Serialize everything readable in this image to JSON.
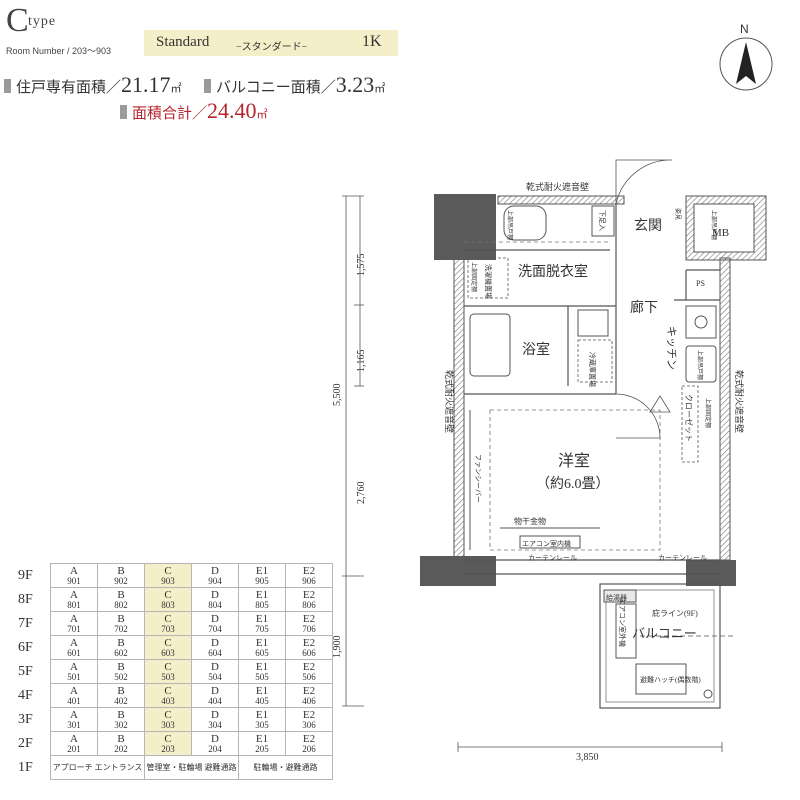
{
  "header": {
    "type_letter": "C",
    "type_word": "type",
    "room_number": "Room Number / 203〜903",
    "plan_name": "Standard",
    "plan_kana": "−スタンダード−",
    "layout": "1K"
  },
  "areas": {
    "private_label": "住戸専有面積／",
    "private_value": "21.17",
    "private_unit": "㎡",
    "balcony_label": "バルコニー面積／",
    "balcony_value": "3.23",
    "balcony_unit": "㎡",
    "total_label": "面積合計／",
    "total_value": "24.40",
    "total_unit": "㎡"
  },
  "colors": {
    "highlight": "#f5efc9",
    "accent_red": "#b4262d",
    "wall": "#555555"
  },
  "compass": {
    "label": "N",
    "icon": "north-arrow-icon"
  },
  "plan": {
    "top_wall": "乾式耐火遮音壁",
    "left_wall": "乾式耐火遮音壁",
    "right_wall": "乾式耐火遮音壁",
    "entrance": "玄関",
    "mb": "MB",
    "ps": "PS",
    "wash_room": "洗面脱衣室",
    "hallway": "廊下",
    "bath": "浴室",
    "kitchen": "キッチン",
    "western_room": "洋室",
    "western_size": "（約6.0畳）",
    "closet": "クローゼット",
    "fridge": "冷蔵庫置場",
    "washer": "洗濯機置場",
    "shoebox": "下足入",
    "fancy_bar": "ファンシーバー",
    "drying": "物干金物",
    "ac_indoor": "エアコン室内機",
    "curtain_rail_1": "カーテンレール",
    "curtain_rail_2": "カーテンレール",
    "water_heater": "給湯器",
    "ac_outdoor": "エアコン室外機",
    "eave_line": "庇ライン(9F)",
    "balcony": "バルコニー",
    "escape_hatch": "避難ハッチ(偶数階)",
    "upper_cabinet_1": "上部吊戸棚",
    "upper_cabinet_2": "上部吊戸棚",
    "upper_cabinet_3": "上部吊戸棚",
    "upper_shelf": "上部固定棚",
    "upper_shelf_2": "上部固定棚",
    "changing_mirror": "姿見",
    "dim_1": "1,575",
    "dim_2": "1,165",
    "dim_3": "2,760",
    "dim_total": "5,500",
    "dim_balcony": "1,900",
    "dim_width": "3,850"
  },
  "floor_table": {
    "rows": [
      {
        "floor": "9F",
        "units": [
          [
            "A",
            "901"
          ],
          [
            "B",
            "902"
          ],
          [
            "C",
            "903"
          ],
          [
            "D",
            "904"
          ],
          [
            "E1",
            "905"
          ],
          [
            "E2",
            "906"
          ]
        ]
      },
      {
        "floor": "8F",
        "units": [
          [
            "A",
            "801"
          ],
          [
            "B",
            "802"
          ],
          [
            "C",
            "803"
          ],
          [
            "D",
            "804"
          ],
          [
            "E1",
            "805"
          ],
          [
            "E2",
            "806"
          ]
        ]
      },
      {
        "floor": "7F",
        "units": [
          [
            "A",
            "701"
          ],
          [
            "B",
            "702"
          ],
          [
            "C",
            "703"
          ],
          [
            "D",
            "704"
          ],
          [
            "E1",
            "705"
          ],
          [
            "E2",
            "706"
          ]
        ]
      },
      {
        "floor": "6F",
        "units": [
          [
            "A",
            "601"
          ],
          [
            "B",
            "602"
          ],
          [
            "C",
            "603"
          ],
          [
            "D",
            "604"
          ],
          [
            "E1",
            "605"
          ],
          [
            "E2",
            "606"
          ]
        ]
      },
      {
        "floor": "5F",
        "units": [
          [
            "A",
            "501"
          ],
          [
            "B",
            "502"
          ],
          [
            "C",
            "503"
          ],
          [
            "D",
            "504"
          ],
          [
            "E1",
            "505"
          ],
          [
            "E2",
            "506"
          ]
        ]
      },
      {
        "floor": "4F",
        "units": [
          [
            "A",
            "401"
          ],
          [
            "B",
            "402"
          ],
          [
            "C",
            "403"
          ],
          [
            "D",
            "404"
          ],
          [
            "E1",
            "405"
          ],
          [
            "E2",
            "406"
          ]
        ]
      },
      {
        "floor": "3F",
        "units": [
          [
            "A",
            "301"
          ],
          [
            "B",
            "302"
          ],
          [
            "C",
            "303"
          ],
          [
            "D",
            "304"
          ],
          [
            "E1",
            "305"
          ],
          [
            "E2",
            "306"
          ]
        ]
      },
      {
        "floor": "2F",
        "units": [
          [
            "A",
            "201"
          ],
          [
            "B",
            "202"
          ],
          [
            "C",
            "203"
          ],
          [
            "D",
            "204"
          ],
          [
            "E1",
            "205"
          ],
          [
            "E2",
            "206"
          ]
        ]
      }
    ],
    "ground": {
      "floor": "1F",
      "cell_1": "アプローチ エントランス",
      "cell_2": "管理室・駐輪場 避難通路",
      "cell_3": "駐輪場・避難通路"
    }
  }
}
